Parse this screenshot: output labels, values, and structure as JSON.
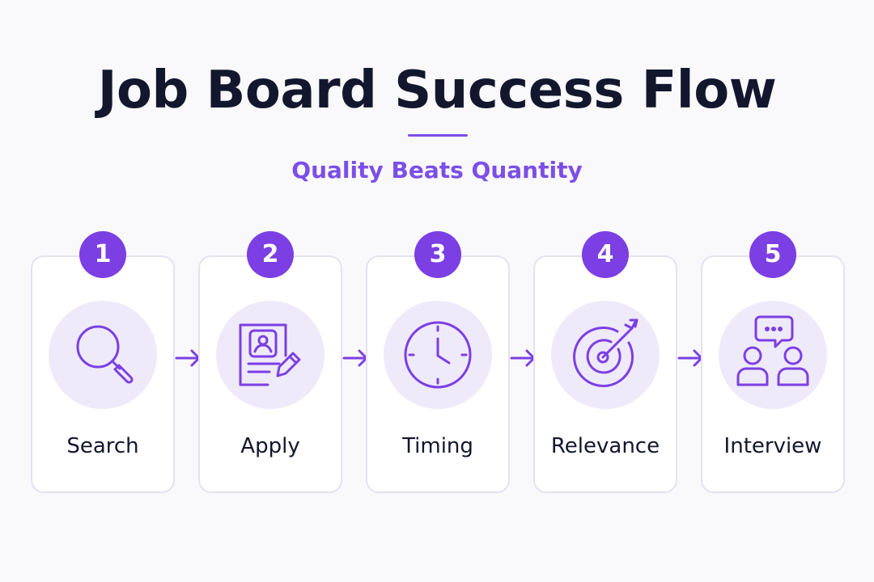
{
  "title": "Job Board Success Flow",
  "subtitle": "Quality Beats Quantity",
  "colors": {
    "accent": "#7b3fe4",
    "heading": "#12172e",
    "icon_background": "#efeafa",
    "card_border": "#e4e2f0"
  },
  "steps": [
    {
      "number": "1",
      "label": "Search",
      "icon": "magnifying-glass-icon"
    },
    {
      "number": "2",
      "label": "Apply",
      "icon": "resume-pencil-icon"
    },
    {
      "number": "3",
      "label": "Timing",
      "icon": "clock-icon"
    },
    {
      "number": "4",
      "label": "Relevance",
      "icon": "target-arrow-icon"
    },
    {
      "number": "5",
      "label": "Interview",
      "icon": "interview-chat-icon"
    }
  ]
}
